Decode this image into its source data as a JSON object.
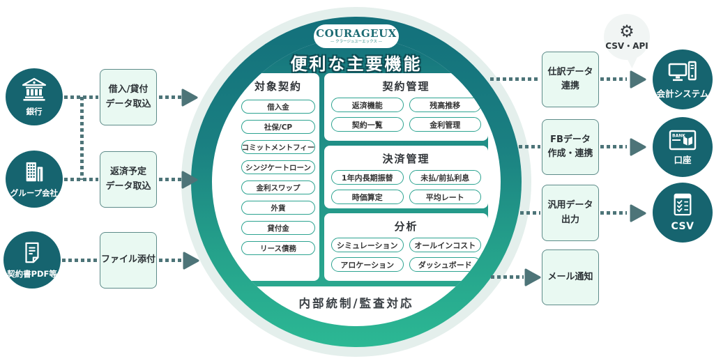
{
  "brand": {
    "logo": "COURAGEUX",
    "logo_sub": "— クラージュユーエックス —"
  },
  "center": {
    "title": "便利な主要機能",
    "footer": "内部統制/監査対応",
    "panel_target": {
      "title": "対象契約",
      "items": [
        "借入金",
        "社保/CP",
        "コミットメントフィー",
        "シンジケートローン",
        "金利スワップ",
        "外貨",
        "貸付金",
        "リース債務"
      ]
    },
    "panel_contract": {
      "title": "契約管理",
      "items": [
        "返済機能",
        "残高推移",
        "契約一覧",
        "金利管理"
      ]
    },
    "panel_settlement": {
      "title": "決済管理",
      "items": [
        "1年内長期振替",
        "未払/前払利息",
        "時価算定",
        "平均レート"
      ]
    },
    "panel_analysis": {
      "title": "分析",
      "items": [
        "シミュレーション",
        "オールインコスト",
        "アロケーション",
        "ダッシュボード"
      ]
    }
  },
  "left": {
    "sources": [
      {
        "label": "銀行"
      },
      {
        "label": "グループ会社"
      },
      {
        "label": "契約書PDF等"
      }
    ],
    "boxes": [
      {
        "label": "借入/貸付\nデータ取込"
      },
      {
        "label": "返済予定\nデータ取込"
      },
      {
        "label": "ファイル添付"
      }
    ]
  },
  "right": {
    "boxes": [
      {
        "label": "仕訳データ\n連携"
      },
      {
        "label": "FBデータ\n作成・連携"
      },
      {
        "label": "汎用データ\n出力"
      },
      {
        "label": "メール通知"
      }
    ],
    "targets": [
      {
        "label": "会計システム"
      },
      {
        "label": "口座"
      },
      {
        "label": "CSV"
      }
    ],
    "bubble": {
      "label": "CSV・API",
      "gear": "⚙"
    }
  },
  "colors": {
    "ring_dark": "#13707b",
    "ring_bright": "#2cb894",
    "ring_pale": "#e4efec",
    "node": "#16646f",
    "box_bg": "#e9f9f2",
    "box_border": "#5d8b89",
    "pill_border": "#2ca390",
    "connector": "#4d7478"
  }
}
